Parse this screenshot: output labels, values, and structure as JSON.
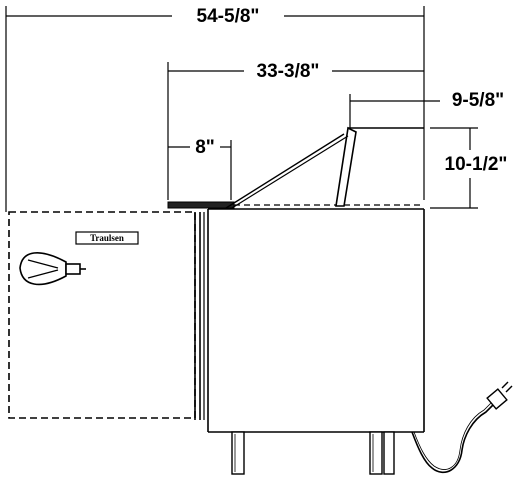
{
  "dimensions": {
    "overall_width": "54-5/8\"",
    "cabinet_depth": "33-3/8\"",
    "cutting_board": "8\"",
    "lid_depth": "9-5/8\"",
    "lid_height": "10-1/2\""
  },
  "brand_label": "Traulsen"
}
